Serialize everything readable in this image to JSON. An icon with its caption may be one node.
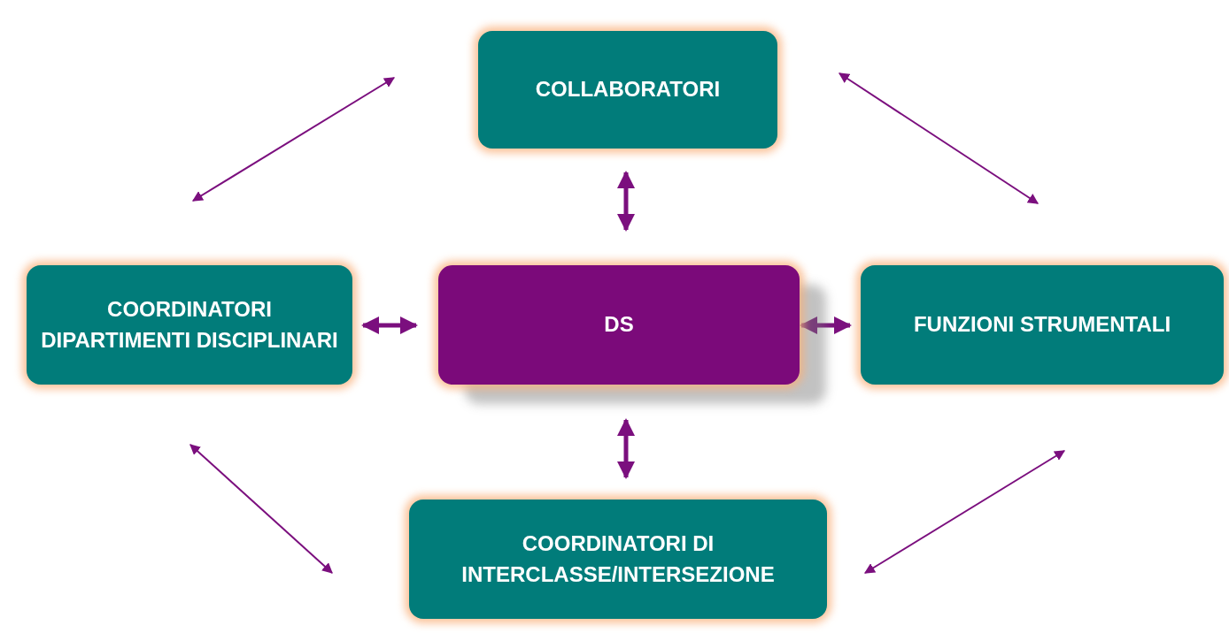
{
  "diagram": {
    "nodes": [
      {
        "text": [
          "COLLABORATORI"
        ]
      },
      {
        "text": [
          "COORDINATORI DIPARTIMENTI DISCIPLINARI"
        ]
      },
      {
        "text": [
          "DS"
        ]
      },
      {
        "text": [
          "FUNZIONI STRUMENTALI"
        ]
      },
      {
        "text": [
          "COORDINATORI DI INTERCLASSE/INTERSEZIONE"
        ]
      }
    ],
    "edges": [
      {
        "from": 2,
        "to": 0,
        "arrow": "both",
        "style": "thick"
      },
      {
        "from": 2,
        "to": 1,
        "arrow": "both",
        "style": "thick"
      },
      {
        "from": 2,
        "to": 3,
        "arrow": "both",
        "style": "thick"
      },
      {
        "from": 2,
        "to": 4,
        "arrow": "both",
        "style": "thick"
      },
      {
        "from": 0,
        "to": 1,
        "arrow": "both"
      },
      {
        "from": 0,
        "to": 3,
        "arrow": "both"
      },
      {
        "from": 1,
        "to": 4,
        "arrow": "both"
      },
      {
        "from": 3,
        "to": 4,
        "arrow": "both"
      }
    ]
  }
}
